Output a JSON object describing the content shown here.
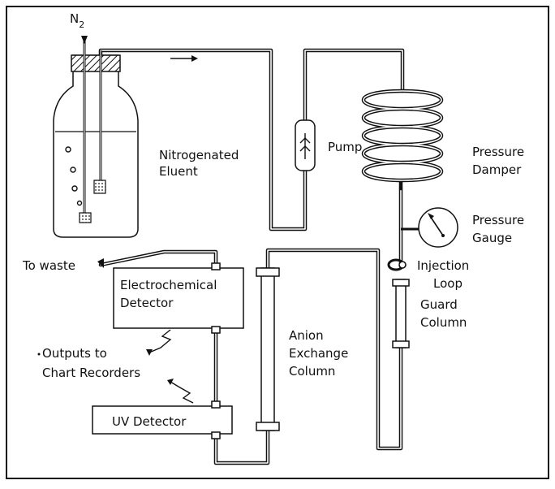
{
  "labels": {
    "n2_main": "N",
    "n2_sub": "2",
    "eluent_line1": "Nitrogenated",
    "eluent_line2": "Eluent",
    "pump": "Pump",
    "damper_line1": "Pressure",
    "damper_line2": "Damper",
    "gauge_line1": "Pressure",
    "gauge_line2": "Gauge",
    "injection_line1": "Injection",
    "injection_line2": "Loop",
    "guard_line1": "Guard",
    "guard_line2": "Column",
    "waste": "To waste",
    "ec_line1": "Electrochemical",
    "ec_line2": "Detector",
    "outputs_line1": "Outputs to",
    "outputs_line2": "Chart Recorders",
    "anion_line1": "Anion",
    "anion_line2": "Exchange",
    "anion_line3": "Column",
    "uv": "UV Detector"
  },
  "colors": {
    "ink": "#111111",
    "paper": "#ffffff"
  }
}
